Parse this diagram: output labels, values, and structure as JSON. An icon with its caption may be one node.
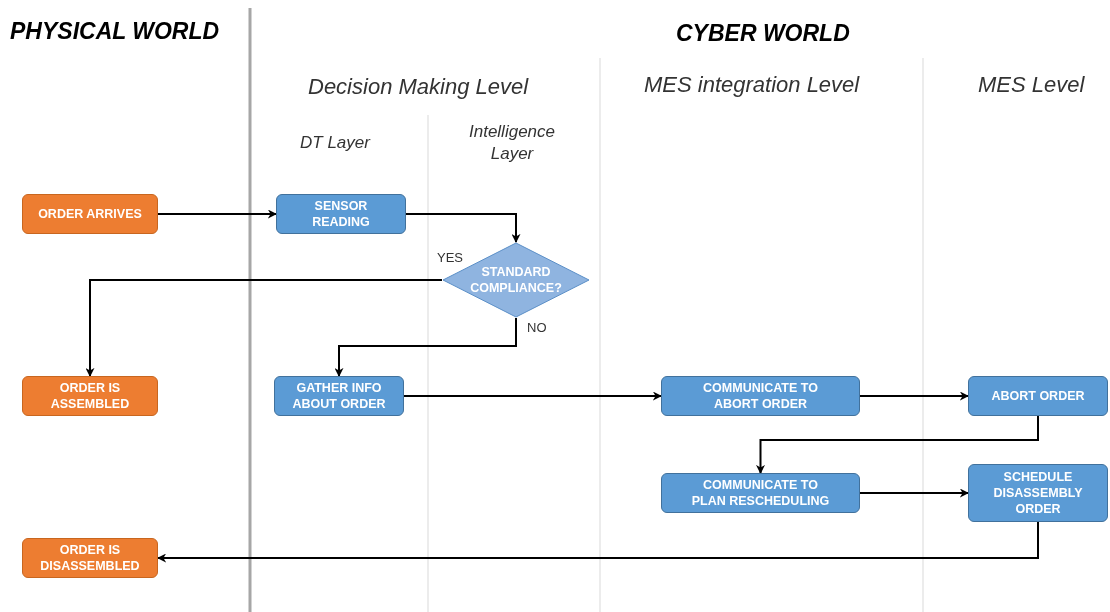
{
  "diagram": {
    "nodes": [
      {
        "text": [
          "ORDER ARRIVES"
        ]
      },
      {
        "text": [
          "SENSOR READING"
        ]
      },
      {
        "text": [
          "STANDARD COMPLIANCE?"
        ]
      },
      {
        "text": [
          "ORDER IS ASSEMBLED"
        ]
      },
      {
        "text": [
          "GATHER INFO ABOUT ORDER"
        ]
      },
      {
        "text": [
          "COMMUNICATE TO ABORT ORDER"
        ]
      },
      {
        "text": [
          "ABORT ORDER"
        ]
      },
      {
        "text": [
          "COMMUNICATE TO PLAN RESCHEDULING"
        ]
      },
      {
        "text": [
          "SCHEDULE DISASSEMBLY ORDER"
        ]
      },
      {
        "text": [
          "ORDER IS DISASSEMBLED"
        ]
      }
    ],
    "edges": [
      {
        "from": 0,
        "to": 1,
        "arrow": "to"
      },
      {
        "from": 1,
        "to": 2,
        "arrow": "to"
      },
      {
        "from": 2,
        "to": 3,
        "arrow": "to",
        "label": "YES"
      },
      {
        "from": 2,
        "to": 4,
        "arrow": "to",
        "label": "NO"
      },
      {
        "from": 4,
        "to": 5,
        "arrow": "to"
      },
      {
        "from": 5,
        "to": 6,
        "arrow": "to"
      },
      {
        "from": 6,
        "to": 7,
        "arrow": "to"
      },
      {
        "from": 7,
        "to": 8,
        "arrow": "to"
      },
      {
        "from": 8,
        "to": 9,
        "arrow": "to"
      }
    ],
    "labels": [
      "PHYSICAL WORLD",
      "CYBER WORLD",
      "Decision Making Level",
      "MES integration Level",
      "MES Level",
      "DT Layer",
      "Intelligence Layer"
    ]
  }
}
